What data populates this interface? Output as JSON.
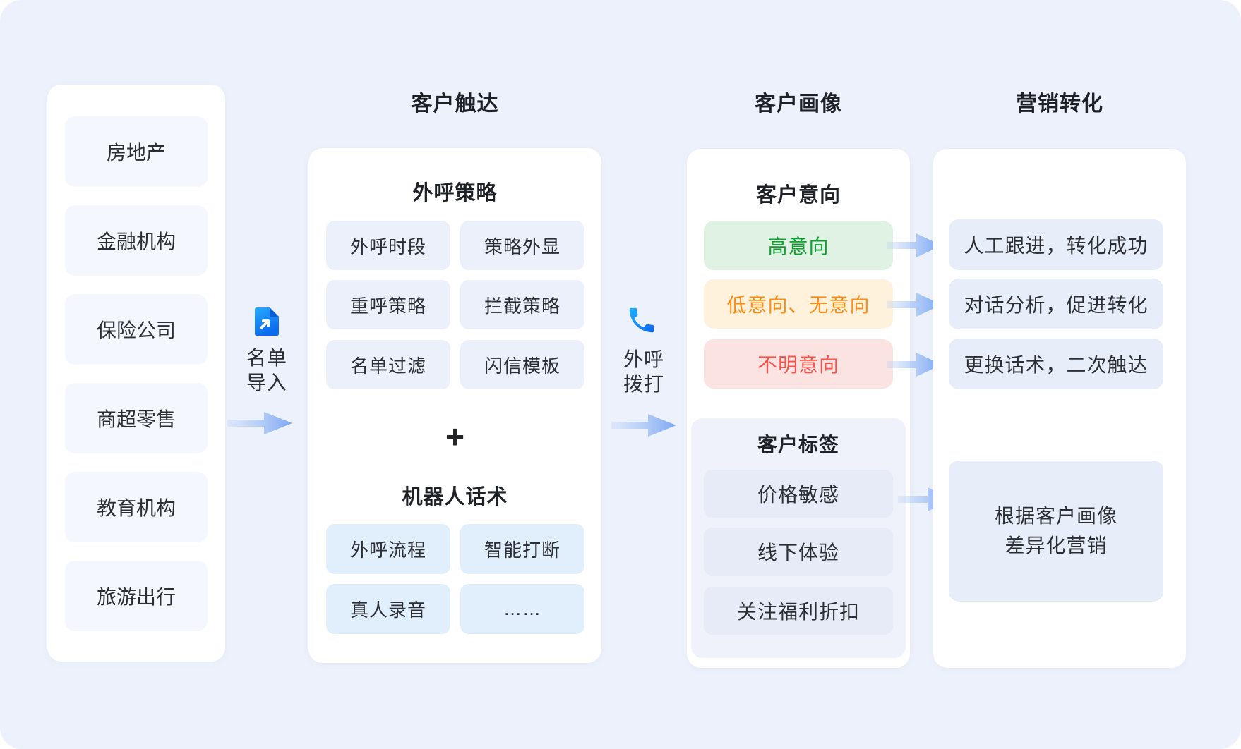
{
  "page": {
    "background": "#EDF1FB",
    "card_background": "#FFFFFF"
  },
  "industries": {
    "items": [
      {
        "label": "房地产"
      },
      {
        "label": "金融机构"
      },
      {
        "label": "保险公司"
      },
      {
        "label": "商超零售"
      },
      {
        "label": "教育机构"
      },
      {
        "label": "旅游出行"
      }
    ],
    "item_bg": "#F4F7FD"
  },
  "connectors": {
    "import": {
      "icon": "document-import-icon",
      "label_line1": "名单",
      "label_line2": "导入"
    },
    "dial": {
      "icon": "phone-icon",
      "label_line1": "外呼",
      "label_line2": "拨打"
    },
    "arrow_color": "#7AA7F3"
  },
  "reach": {
    "title": "客户触达",
    "strategy": {
      "header": "外呼策略",
      "items": [
        {
          "label": "外呼时段"
        },
        {
          "label": "策略外显"
        },
        {
          "label": "重呼策略"
        },
        {
          "label": "拦截策略"
        },
        {
          "label": "名单过滤"
        },
        {
          "label": "闪信模板"
        }
      ],
      "item_bg": "#EBF0FA"
    },
    "plus": "+",
    "robot": {
      "header": "机器人话术",
      "items": [
        {
          "label": "外呼流程"
        },
        {
          "label": "智能打断"
        },
        {
          "label": "真人录音"
        },
        {
          "label": "……"
        }
      ],
      "item_bg": "#E1EFFD"
    }
  },
  "profile": {
    "title": "客户画像",
    "intent": {
      "header": "客户意向",
      "levels": [
        {
          "label": "高意向",
          "color": "#10A02F",
          "bg": "#DFF2E4"
        },
        {
          "label": "低意向、无意向",
          "color": "#FB8D17",
          "bg": "#FEF2DD"
        },
        {
          "label": "不明意向",
          "color": "#F7534C",
          "bg": "#FBE3E1"
        }
      ]
    },
    "tags": {
      "header": "客户标签",
      "panel_bg": "#EFF2FA",
      "items": [
        {
          "label": "价格敏感"
        },
        {
          "label": "线下体验"
        },
        {
          "label": "关注福利折扣"
        }
      ]
    }
  },
  "conversion": {
    "title": "营销转化",
    "items": [
      {
        "label": "人工跟进，转化成功"
      },
      {
        "label": "对话分析，促进转化"
      },
      {
        "label": "更换话术，二次触达"
      }
    ],
    "summary": {
      "line1": "根据客户画像",
      "line2": "差异化营销"
    }
  }
}
